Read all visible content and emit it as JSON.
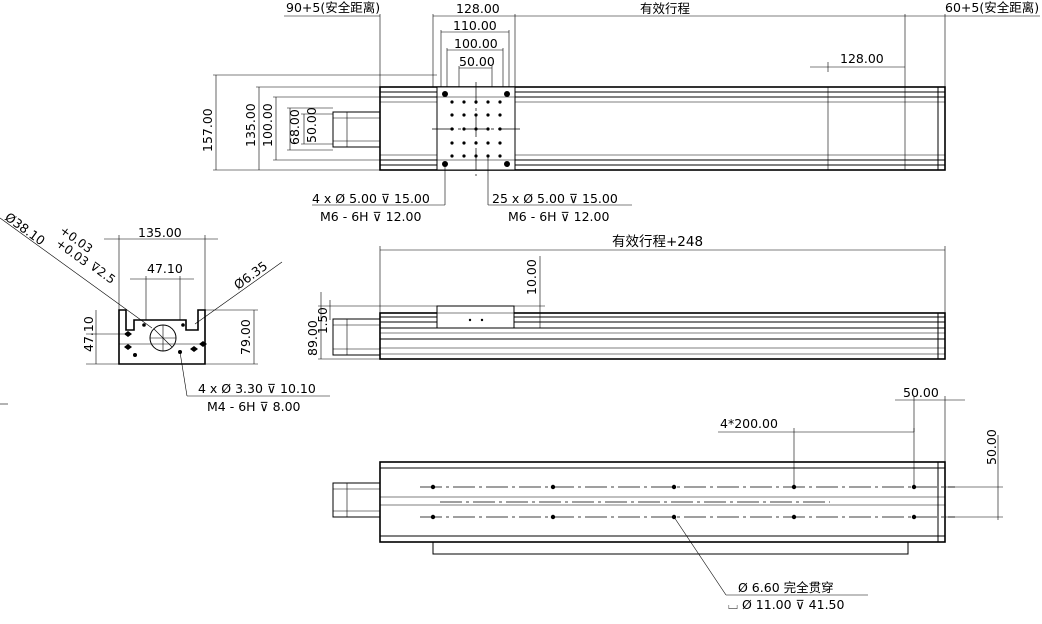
{
  "top_view": {
    "left_clearance": "90+5(安全距离)",
    "carriage_pitch": "128.00",
    "carriage_110": "110.00",
    "carriage_100": "100.00",
    "carriage_50": "50.00",
    "effective_stroke": "有效行程",
    "right_clearance": "60+5(安全距离)",
    "right_128": "128.00",
    "height_157": "157.00",
    "height_135": "135.00",
    "height_100": "100.00",
    "height_68": "68.00",
    "height_50": "50.00",
    "hole_callout_left_1": "4 x Ø 5.00 ⊽ 15.00",
    "hole_callout_left_2": "M6 - 6H ⊽ 12.00",
    "hole_callout_right_1": "25 x Ø 5.00 ⊽ 15.00",
    "hole_callout_right_2": "M6 - 6H ⊽ 12.00"
  },
  "end_view": {
    "bore_diameter": "Ø38.10",
    "bore_tol_upper": "+0.03",
    "bore_tol_lower": "+0.03",
    "bore_depth": "⊽2.5",
    "width_135": "135.00",
    "inner_47": "47.10",
    "pin_diameter": "Ø6.35",
    "height_47": "47.10",
    "height_79": "79.00",
    "hole_callout_1": "4 x Ø 3.30 ⊽ 10.10",
    "hole_callout_2": "M4 - 6H ⊽ 8.00"
  },
  "side_view": {
    "total_length": "有效行程+248",
    "carriage_height": "10.00",
    "height_89": "89.00",
    "height_1_50": "1.50"
  },
  "bottom_view": {
    "hole_pitch": "4*200.00",
    "end_offset": "50.00",
    "row_spacing": "50.00",
    "hole_callout_1": "Ø 6.60 完全贯穿",
    "hole_callout_2": "⌴ Ø 11.00 ⊽ 41.50"
  }
}
